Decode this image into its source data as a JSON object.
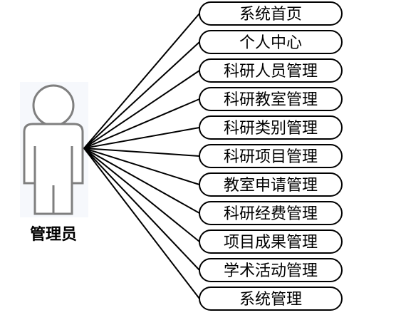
{
  "actor": {
    "label": "管理员",
    "icon": "person-icon"
  },
  "use_cases": [
    {
      "label": "系统首页"
    },
    {
      "label": "个人中心"
    },
    {
      "label": "科研人员管理"
    },
    {
      "label": "科研教室管理"
    },
    {
      "label": "科研类别管理"
    },
    {
      "label": "科研项目管理"
    },
    {
      "label": "教室申请管理"
    },
    {
      "label": "科研经费管理"
    },
    {
      "label": "项目成果管理"
    },
    {
      "label": "学术活动管理"
    },
    {
      "label": "系统管理"
    }
  ]
}
